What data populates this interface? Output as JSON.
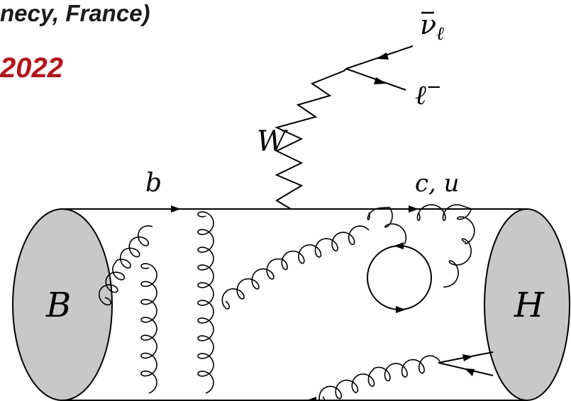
{
  "slide": {
    "caption_top": "necy, France)",
    "caption_year": "2022",
    "caption_year_color": "#b2131b"
  },
  "diagram": {
    "nu_symbol": "ν",
    "nu_subscript": "ℓ",
    "lepton_symbol": "ℓ",
    "lepton_superscript": "−",
    "boson_label": "W",
    "b_quark_label": "b",
    "final_quark_label": "c, u",
    "meson_B_label": "B",
    "hadron_H_label": "H",
    "meson_fill": "#c8c8c8",
    "line_color": "#000000"
  }
}
